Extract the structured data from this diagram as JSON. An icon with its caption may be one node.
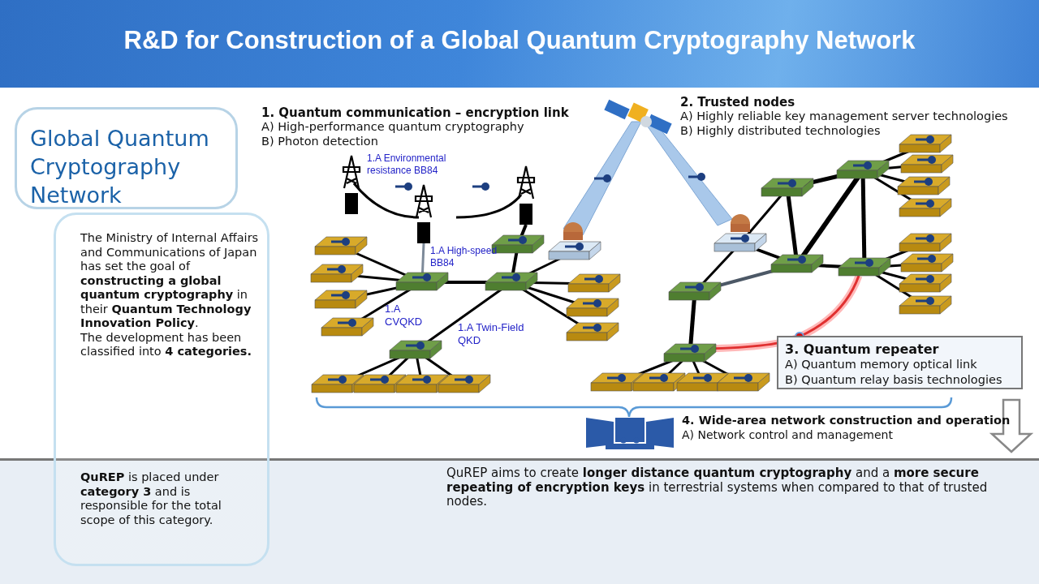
{
  "diagram": {
    "title": "R&D for Construction of a Global Quantum Cryptography Network",
    "nodes": [
      {
        "text": [
          "Global Quantum Cryptography Network"
        ]
      },
      {
        "text": [
          "The Ministry of Internal Affairs and Communications of Japan has set the goal of **constructing a global quantum cryptography** in their **Quantum Technology Innovation Policy**.",
          "The development has been classified into **4 categories.**",
          "**QuREP** is placed under **category 3** and is responsible for the total scope of this category."
        ]
      },
      {
        "text": [
          "3. Quantum repeater",
          "A) Quantum memory optical link",
          "B) Quantum relay basis technologies"
        ]
      }
    ],
    "labels": [
      "1. Quantum communication – encryption link",
      "A) High-performance quantum cryptography",
      "B) Photon detection",
      "2. Trusted nodes",
      "A) Highly reliable key management server technologies",
      "B) Highly distributed technologies",
      "1.A Environmental resistance BB84",
      "1.A High-speed BB84",
      "1.A CVQKD",
      "1.A Twin-Field QKD",
      "4. Wide-area network construction and operation",
      "A) Network control and management",
      "QuREP aims to create **longer distance quantum cryptography** and a **more secure repeating of encryption keys** in terrestrial systems when compared to that of trusted nodes."
    ]
  }
}
